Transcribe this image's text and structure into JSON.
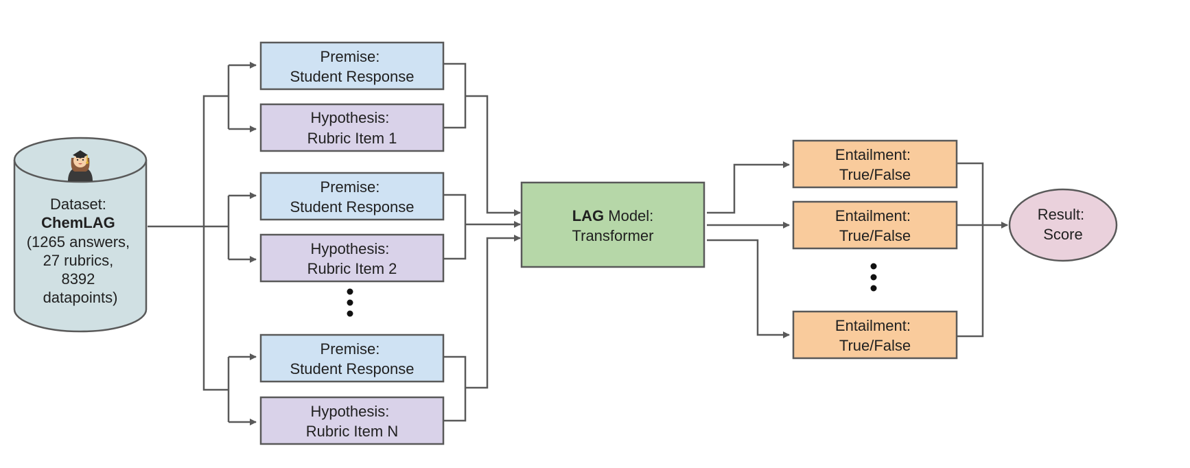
{
  "colors": {
    "premise_fill": "#cfe2f3",
    "hypothesis_fill": "#d9d2e9",
    "model_fill": "#b6d7a8",
    "entailment_fill": "#f9cb9c",
    "result_fill": "#ead1dc",
    "dataset_fill": "#d0e0e3",
    "stroke": "#595959"
  },
  "dataset": {
    "icon": "graduate-student-icon",
    "label": "Dataset:",
    "name": "ChemLAG",
    "details": [
      "(1265 answers,",
      "27 rubrics,",
      "8392",
      "datapoints)"
    ]
  },
  "pairs": [
    {
      "premise": [
        "Premise:",
        "Student Response"
      ],
      "hypothesis": [
        "Hypothesis:",
        "Rubric Item 1"
      ]
    },
    {
      "premise": [
        "Premise:",
        "Student Response"
      ],
      "hypothesis": [
        "Hypothesis:",
        "Rubric Item 2"
      ]
    },
    {
      "premise": [
        "Premise:",
        "Student Response"
      ],
      "hypothesis": [
        "Hypothesis:",
        "Rubric Item N"
      ]
    }
  ],
  "model": {
    "name_bold": "LAG",
    "name_rest": " Model:",
    "line2": "Transformer"
  },
  "entailments": [
    [
      "Entailment:",
      "True/False"
    ],
    [
      "Entailment:",
      "True/False"
    ],
    [
      "Entailment:",
      "True/False"
    ]
  ],
  "result": [
    "Result:",
    "Score"
  ]
}
